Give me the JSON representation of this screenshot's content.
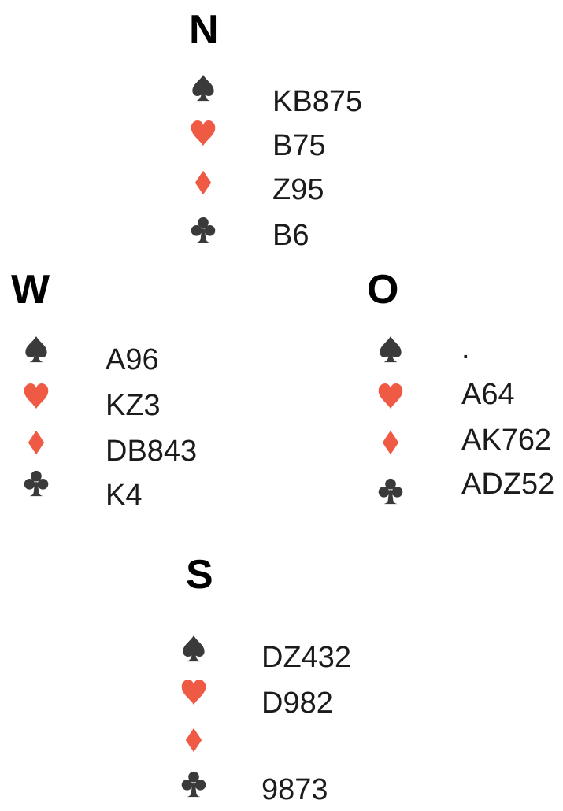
{
  "colors": {
    "red": "#ef5a45",
    "black": "#3a3a3a",
    "text": "#1b1b1b"
  },
  "hands": {
    "north": {
      "seat": "N",
      "suits": [
        {
          "icon": "spade-icon",
          "cards": "KB875"
        },
        {
          "icon": "heart-icon",
          "cards": "B75"
        },
        {
          "icon": "diamond-icon",
          "cards": "Z95"
        },
        {
          "icon": "club-icon",
          "cards": "B6"
        }
      ]
    },
    "west": {
      "seat": "W",
      "suits": [
        {
          "icon": "spade-icon",
          "cards": "A96"
        },
        {
          "icon": "heart-icon",
          "cards": "KZ3"
        },
        {
          "icon": "diamond-icon",
          "cards": "DB843"
        },
        {
          "icon": "club-icon",
          "cards": "K4"
        }
      ]
    },
    "east": {
      "seat": "O",
      "suits": [
        {
          "icon": "spade-icon",
          "cards": "."
        },
        {
          "icon": "heart-icon",
          "cards": "A64"
        },
        {
          "icon": "diamond-icon",
          "cards": "AK762"
        },
        {
          "icon": "club-icon",
          "cards": "ADZ52"
        }
      ]
    },
    "south": {
      "seat": "S",
      "suits": [
        {
          "icon": "spade-icon",
          "cards": "DZ432"
        },
        {
          "icon": "heart-icon",
          "cards": "D982"
        },
        {
          "icon": "diamond-icon",
          "cards": ""
        },
        {
          "icon": "club-icon",
          "cards": "9873"
        }
      ]
    }
  }
}
